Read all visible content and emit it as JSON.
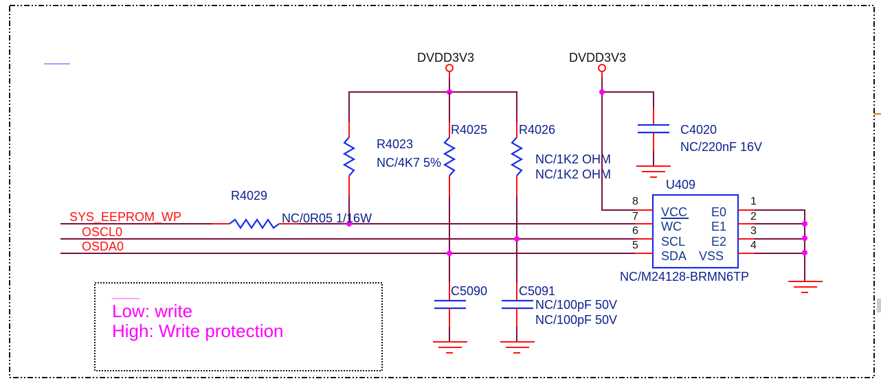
{
  "power_rails": [
    {
      "id": "pwr1",
      "label": "DVDD3V3"
    },
    {
      "id": "pwr2",
      "label": "DVDD3V3"
    }
  ],
  "resistors": [
    {
      "ref": "R4023",
      "value": "NC/4K7 5%"
    },
    {
      "ref": "R4025",
      "value": ""
    },
    {
      "ref": "R4026",
      "value": "NC/1K2 OHM",
      "value2": "NC/1K2 OHM"
    },
    {
      "ref": "R4029",
      "value": "NC/0R05 1/16W"
    }
  ],
  "capacitors": [
    {
      "ref": "C4020",
      "value": "NC/220nF 16V"
    },
    {
      "ref": "C5090",
      "value": ""
    },
    {
      "ref": "C5091",
      "value": "NC/100pF 50V",
      "value2": "NC/100pF 50V"
    }
  ],
  "ic": {
    "ref": "U409",
    "part": "NC/M24128-BRMN6TP",
    "left_pins": [
      {
        "num": "8",
        "name": "VCC"
      },
      {
        "num": "7",
        "name": "WC"
      },
      {
        "num": "6",
        "name": "SCL"
      },
      {
        "num": "5",
        "name": "SDA"
      }
    ],
    "right_pins": [
      {
        "num": "1",
        "name": "E0"
      },
      {
        "num": "2",
        "name": "E1"
      },
      {
        "num": "3",
        "name": "E2"
      },
      {
        "num": "4",
        "name": "VSS"
      }
    ]
  },
  "nets": [
    {
      "label": "SYS_EEPROM_WP"
    },
    {
      "label": "OSCL0"
    },
    {
      "label": "OSDA0"
    }
  ],
  "note": {
    "line1": "Low: write",
    "line2": "High: Write protection"
  },
  "colors": {
    "wire": "#7a1040",
    "pin": "#ff1010",
    "component": "#1a2ee8",
    "junction": "#ff00ff",
    "label": "#0b1f8f",
    "net_label": "#ff1010",
    "note": "#ff00ff"
  }
}
